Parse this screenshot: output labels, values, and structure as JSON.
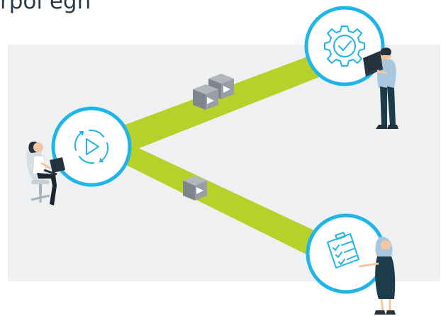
{
  "caption": "rpol egn",
  "colors": {
    "panel": "#eef0f2",
    "beam": "#b7d12b",
    "ring": "#1fb5e9",
    "icon": "#1fb5e9",
    "cube": "#8e949b",
    "play": "#ffffff",
    "skin": "#f4c7a4",
    "dark": "#23323c",
    "teal": "#1b3c48",
    "hair_blue": "#a9c7df"
  },
  "nodes": [
    {
      "id": "publish",
      "icon": "play-sync-icon"
    },
    {
      "id": "approve",
      "icon": "gear-check-icon"
    },
    {
      "id": "review",
      "icon": "checklist-icon"
    }
  ],
  "flows": [
    {
      "from": "publish",
      "to": "approve",
      "packages": 2
    },
    {
      "from": "publish",
      "to": "review",
      "packages": 1
    }
  ],
  "people": [
    {
      "role": "seated-woman-laptop"
    },
    {
      "role": "man-laptop"
    },
    {
      "role": "woman-clipboard"
    }
  ]
}
